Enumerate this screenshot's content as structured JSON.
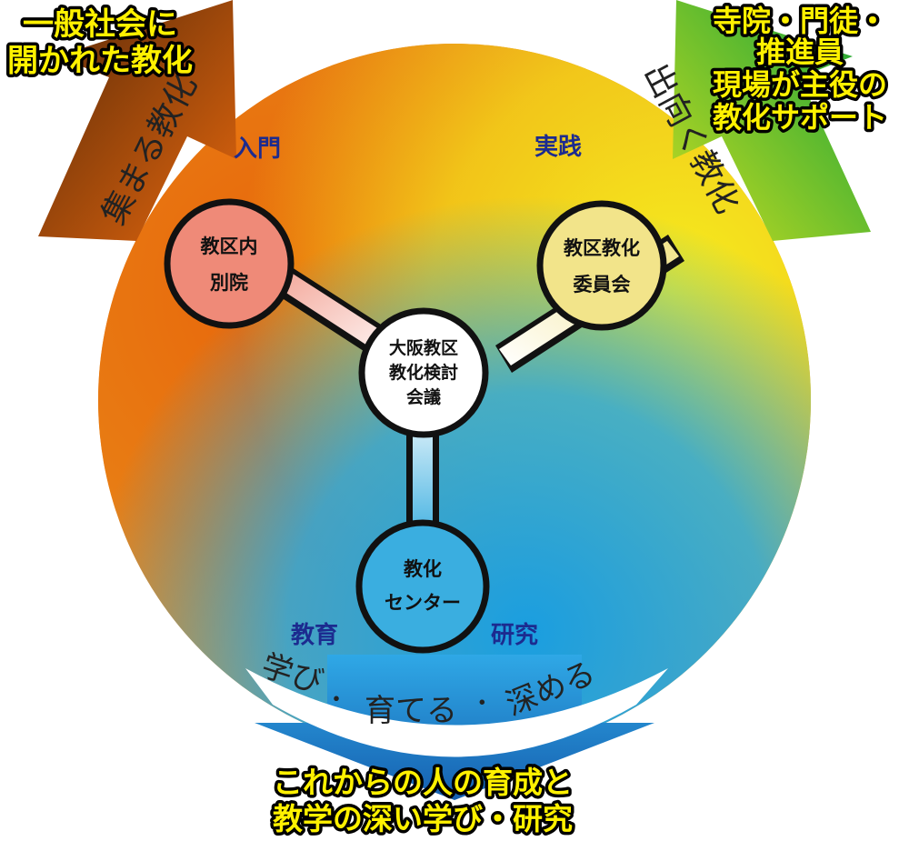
{
  "colors": {
    "orange": "#e8640a",
    "yellow": "#f6ee1e",
    "blue": "#1a9ee0",
    "category_text": "#1c2b8f",
    "callout_text": "#fff100",
    "left_node_fill": "#ef8a78",
    "right_node_fill": "#f2e48a",
    "bottom_node_fill": "#3aaee0"
  },
  "center": {
    "line1": "大阪教区",
    "line2": "教化検討",
    "line3": "会議"
  },
  "nodes": {
    "left": {
      "line1": "教区内",
      "line2": "別院"
    },
    "right": {
      "line1": "教区教化",
      "line2": "委員会"
    },
    "bottom": {
      "line1": "教化",
      "line2": "センター"
    }
  },
  "categories": {
    "top_left": "入門",
    "top_right": "実践",
    "bottom_left": "教育",
    "bottom_right": "研究"
  },
  "arrows": {
    "top_left": {
      "label": "集まる教化",
      "callout_line1": "一般社会に",
      "callout_line2": "開かれた教化"
    },
    "top_right": {
      "label": "出向く教化",
      "callout_line1": "寺院・門徒・",
      "callout_line2": "推進員",
      "callout_line3": "現場が主役の",
      "callout_line4": "教化サポート"
    },
    "bottom": {
      "label_1": "学び",
      "label_2": "育てる",
      "label_3": "深める",
      "separator": "・",
      "callout_line1": "これからの人の育成と",
      "callout_line2": "教学の深い学び・研究"
    }
  }
}
